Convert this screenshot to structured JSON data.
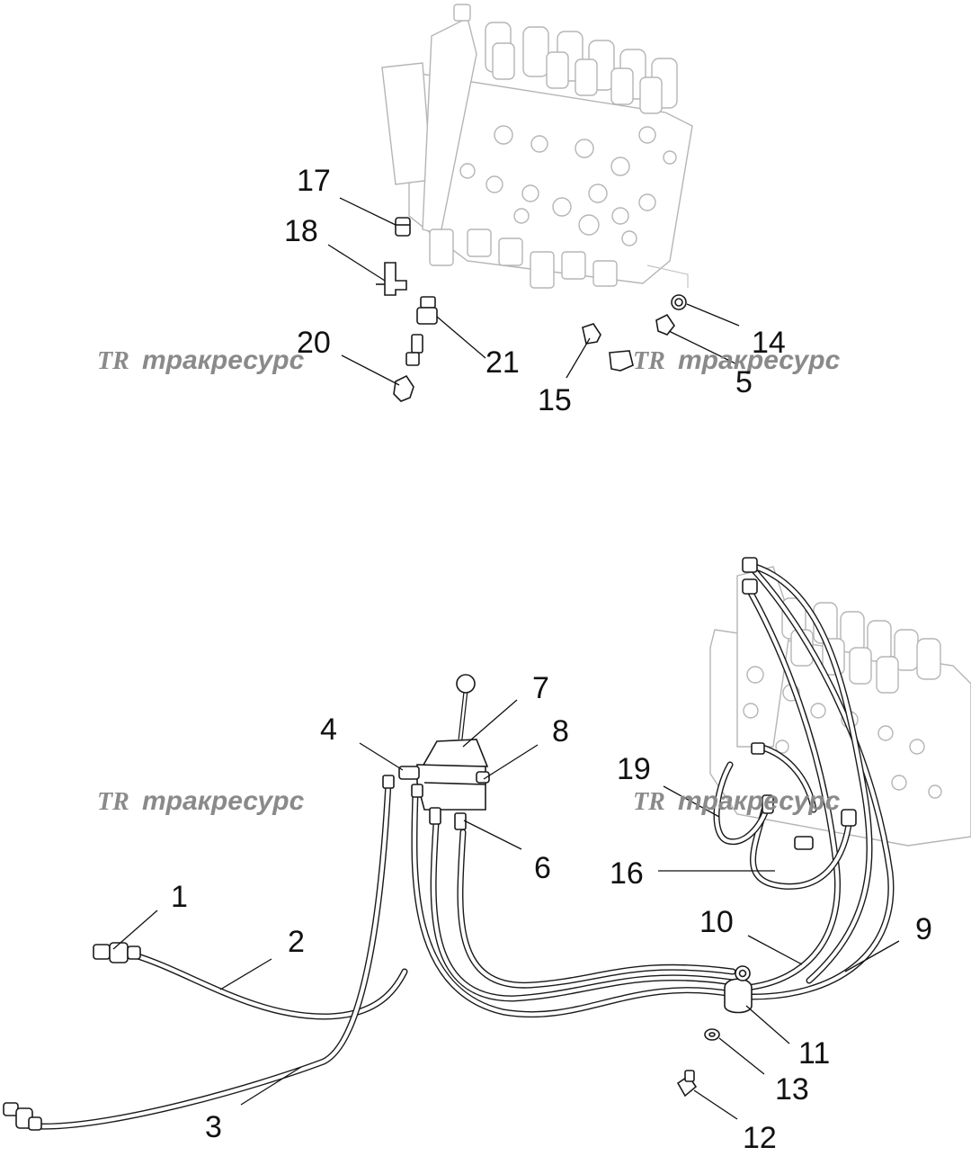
{
  "watermark": {
    "logo": "TR",
    "text": "тракресурс"
  },
  "callouts": [
    "1",
    "2",
    "3",
    "4",
    "5",
    "6",
    "7",
    "8",
    "9",
    "10",
    "11",
    "12",
    "13",
    "14",
    "15",
    "16",
    "17",
    "18",
    "19",
    "20",
    "21"
  ],
  "colors": {
    "line": "#1a1a1a",
    "ghost": "#b5b5b5",
    "watermark": "#8a8a8a"
  }
}
